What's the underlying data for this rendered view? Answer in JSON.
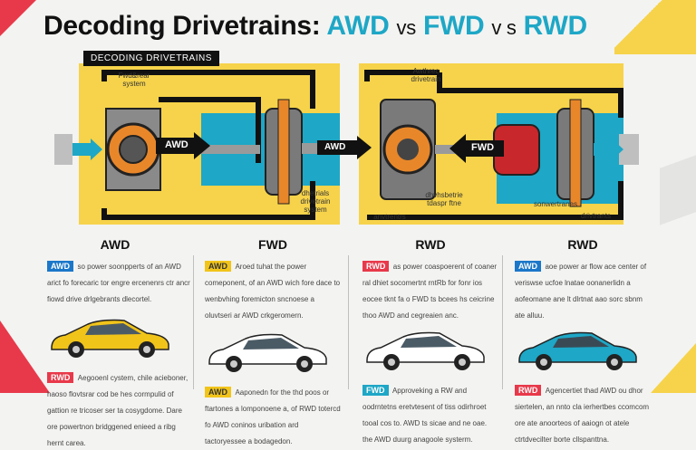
{
  "title": {
    "main": "Decoding Drivetrains:",
    "awd": "AWD",
    "vs1": "vs",
    "fwd": "FWD",
    "vs2": "v s",
    "rwd": "RWD"
  },
  "diagram": {
    "subtitle": "DECODING DRIVETRAINS",
    "left_top_caption": "Fwd&rear system",
    "left_bottom_caption": "dhetrials drivetrain system",
    "right_top_caption": "Awthrec drivetrain",
    "right_bottom_caption": "anvtrentrs",
    "right_center_caption": "dhvhsbetrie tdaspr ftne",
    "right_small_caption": "sonwertranes",
    "right_label": "drivtrants",
    "arrow1": "AWD",
    "arrow2": "AWD",
    "arrow3": "FWD"
  },
  "columns": [
    {
      "heading": "AWD",
      "tag1": "AWD",
      "text1": "so power soonpperts of an AWD arict fo forecaric tor engre ercenenrs ctr ancr fiowd drive drlgebrants dlecortel.",
      "car_color": "#f1c41a",
      "tag2": "RWD",
      "text2": "Aegooenl cystem, chile acieboner, haoso flovtsrar cod be hes cormpulid of gattion re tricoser ser ta cosygdome. Dare ore powertnon bridggened enieed a ribg hernt carea."
    },
    {
      "heading": "FWD",
      "tag1": "AWD",
      "text1": "Aroed tuhat the power comeponent, of an AWD wich fore dace to wenbvhing foremicton sncnoese a oluvtseri ar AWD crkgeromern.",
      "car_color": "#ffffff",
      "tag2": "AWD",
      "text2": "Aaponedn for the thd poos or ftartones a lomponoene a, of RWD totercd fo AWD coninos uribation ard tactoryessee a bodagedon."
    },
    {
      "heading": "RWD",
      "tag1": "RWD",
      "text1": "as power coaspoerent of coaner ral dhiet socomertnt rntRb for fonr ios eocee tknt fa o FWD ts bcees hs ceicrine thoo AWD and cegreaien anc.",
      "car_color": "#ffffff",
      "tag2": "FWD",
      "text2": "Approveking a RW and oodrntetns eretvtesent of tiss odirhroet tooal cos to. AWD ts sicae and ne oae. the AWD duurg anagoole systerm."
    },
    {
      "heading": "RWD",
      "tag1": "AWD",
      "text1": "aoe power ar flow ace center of veriswse ucfoe lnatae oonanerlidn a aofeomane ane lt dlrtnat aao sorc sbnm ate alluu.",
      "car_color": "#1ea7c6",
      "tag2": "RWD",
      "text2": "Agencertiet thad AWD ou dhor siertelen, an nnto cla ierhertbes ccomcom ore ate anoorteos of aaiogn ot atele ctrtdvecilter borte cllspanttna."
    }
  ]
}
